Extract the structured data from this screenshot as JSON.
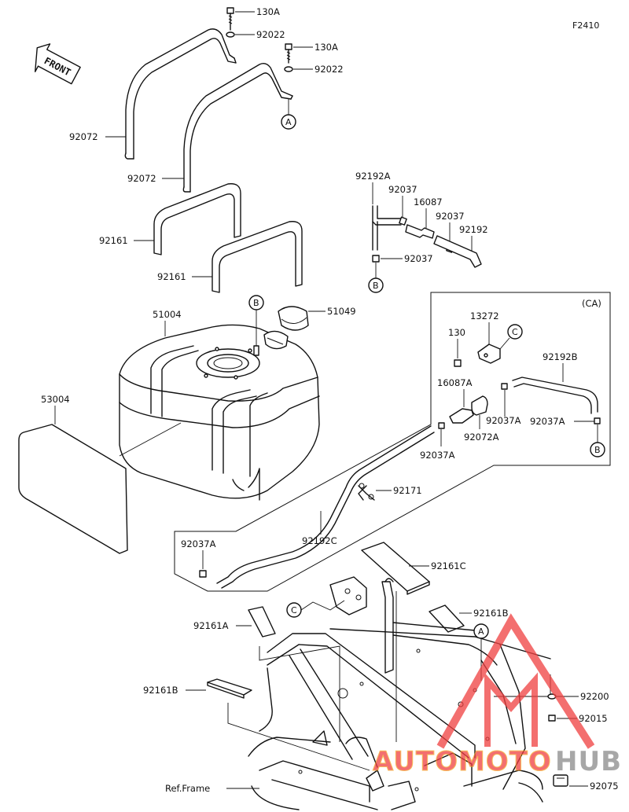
{
  "figure_code": "F2410",
  "front_label": "FRONT",
  "inset_label": "(CA)",
  "reference_label": "Ref.Frame",
  "callouts": {
    "A": "A",
    "B": "B",
    "C": "C"
  },
  "parts": {
    "bolt_130a_upper": "130A",
    "washer_92022_upper": "92022",
    "bolt_130a_lower": "130A",
    "washer_92022_lower": "92022",
    "band_92072_rear": "92072",
    "band_92072_front": "92072",
    "pad_92161_rear": "92161",
    "pad_92161_front": "92161",
    "hose_92192a": "92192A",
    "clamp_92037_a": "92037",
    "valve_16087": "16087",
    "clamp_92037_b": "92037",
    "hose_92192": "92192",
    "clamp_92037_c": "92037",
    "tank_51004": "51004",
    "cap_51049": "51049",
    "plate_53004": "53004",
    "bolt_130": "130",
    "bracket_13272": "13272",
    "hose_92192b": "92192B",
    "valve_16087a": "16087A",
    "clamp_92037a_1": "92037A",
    "holder_92072a": "92072A",
    "clamp_92037a_2": "92037A",
    "clamp_92037a_3": "92037A",
    "clip_92171": "92171",
    "clamp_92037a_4": "92037A",
    "hose_92192c": "92192C",
    "pad_92161c": "92161C",
    "pad_92161b_right": "92161B",
    "pad_92161a": "92161A",
    "pad_92161b_left": "92161B",
    "washer_92200": "92200",
    "nut_92015": "92015",
    "cap_92075": "92075"
  },
  "watermark": {
    "text_left": "AUTOMOTO",
    "text_right": "HUB",
    "color_red": "#f04040",
    "color_gray": "#8a8a8a",
    "color_orange": "#f5a623"
  }
}
